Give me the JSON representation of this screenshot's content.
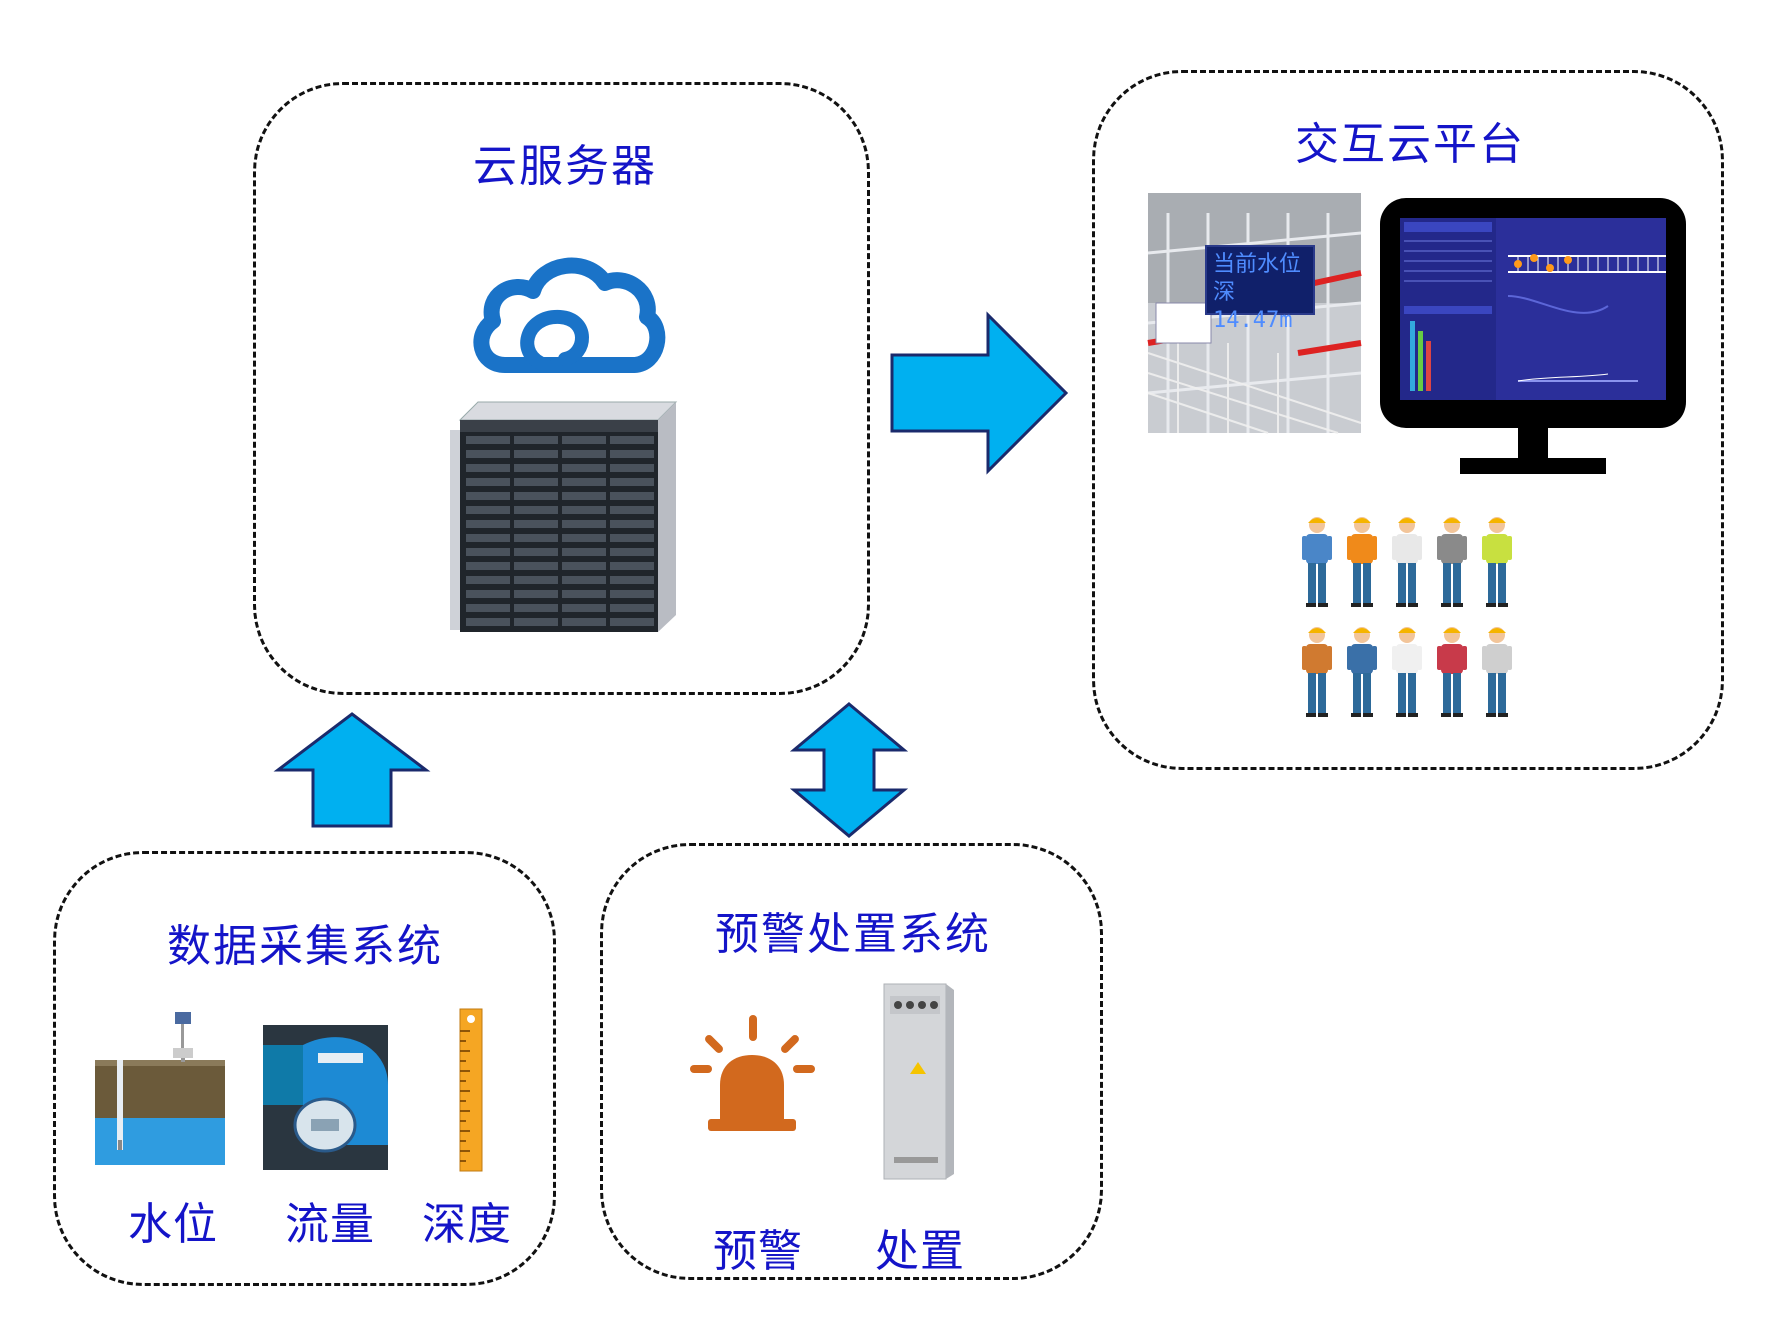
{
  "cloud_server": {
    "title": "云服务器"
  },
  "interactive_platform": {
    "title": "交互云平台",
    "display_lines": [
      "当前水位",
      "深14.47m"
    ]
  },
  "data_collection": {
    "title": "数据采集系统",
    "items": [
      {
        "label": "水位"
      },
      {
        "label": "流量"
      },
      {
        "label": "深度"
      }
    ]
  },
  "warning_system": {
    "title": "预警处置系统",
    "items": [
      {
        "label": "预警"
      },
      {
        "label": "处置"
      }
    ]
  },
  "colors": {
    "arrow_fill": "#00b0f0",
    "arrow_stroke": "#1a2a6c",
    "text": "#1414c8",
    "cloud_icon": "#1a73c8",
    "alarm": "#d2691e",
    "monitor_screen": "#2b2f9a"
  }
}
